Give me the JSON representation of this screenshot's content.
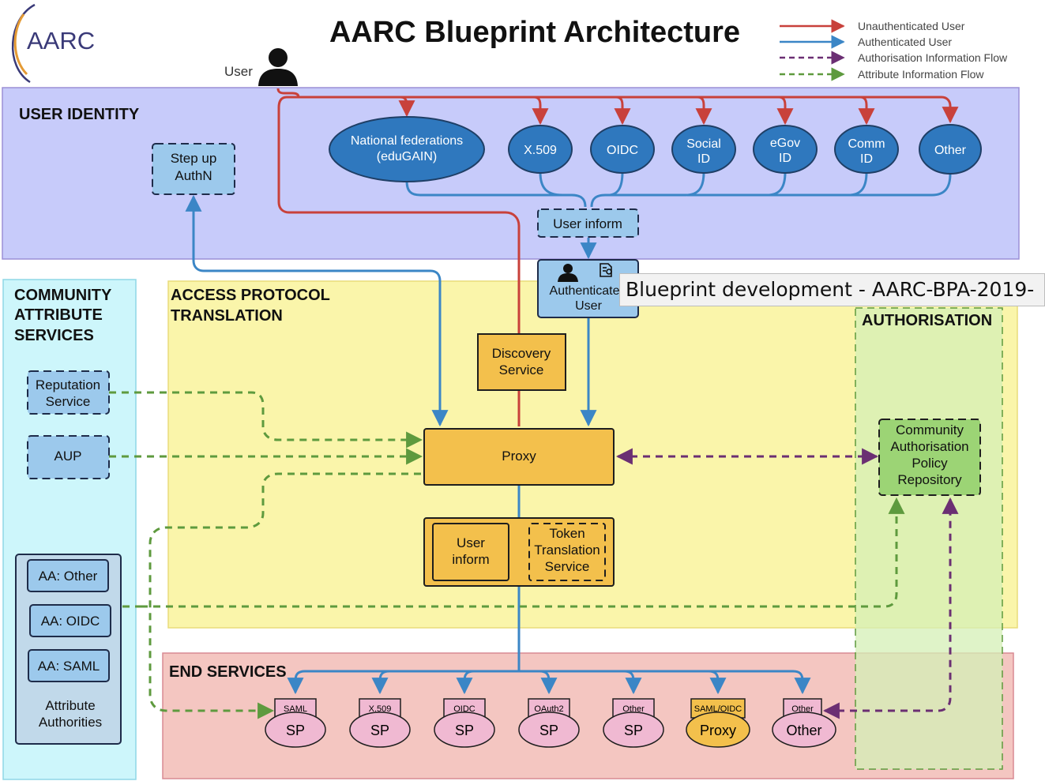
{
  "title": "AARC Blueprint Architecture",
  "logo": {
    "text": "AARC"
  },
  "colors": {
    "unauth": "#c8413b",
    "auth": "#3b86c6",
    "authz": "#6b2f73",
    "attr": "#5e9a3e",
    "user_identity_bg": "#c7cbfa",
    "access_bg": "#faf5aa",
    "community_bg": "#cdf6fb",
    "authorisation_bg": "#d4efb5",
    "end_services_bg": "#f4c6c1"
  },
  "legend": {
    "unauth": "Unauthenticated User",
    "auth": "Authenticated User",
    "authz": "Authorisation Information Flow",
    "attr": "Attribute Information Flow"
  },
  "user_label": "User",
  "sections": {
    "user_identity": "USER IDENTITY",
    "community": [
      "COMMUNITY",
      "ATTRIBUTE",
      "SERVICES"
    ],
    "access": [
      "ACCESS PROTOCOL",
      "TRANSLATION"
    ],
    "authorisation": "AUTHORISATION",
    "end_services": "END SERVICES"
  },
  "idps": {
    "national": [
      "National federations",
      "(eduGAIN)"
    ],
    "x509": [
      "X.509"
    ],
    "oidc": [
      "OIDC"
    ],
    "social": [
      "Social",
      "ID"
    ],
    "egov": [
      "eGov",
      "ID"
    ],
    "comm": [
      "Comm",
      "ID"
    ],
    "other": [
      "Other"
    ]
  },
  "boxes": {
    "step_up": [
      "Step up",
      "AuthN"
    ],
    "user_inform_top": "User inform",
    "authenticate": [
      "Authenticate",
      "User"
    ],
    "discovery": [
      "Discovery",
      "Service"
    ],
    "proxy": "Proxy",
    "user_inform_mid": [
      "User",
      "inform"
    ],
    "token": [
      "Token",
      "Translation",
      "Service"
    ],
    "reputation": [
      "Reputation",
      "Service"
    ],
    "aup": "AUP",
    "aa_other": "AA: Other",
    "aa_oidc": "AA: OIDC",
    "aa_saml": "AA: SAML",
    "attr_auth": [
      "Attribute",
      "Authorities"
    ],
    "community_policy": [
      "Community",
      "Authorisation",
      "Policy",
      "Repository"
    ]
  },
  "end_services": [
    {
      "tag": "SAML",
      "label": "SP"
    },
    {
      "tag": "X.509",
      "label": "SP"
    },
    {
      "tag": "OIDC",
      "label": "SP"
    },
    {
      "tag": "OAuth2",
      "label": "SP"
    },
    {
      "tag": "Other",
      "label": "SP"
    },
    {
      "tag": "SAML/OIDC",
      "label": "Proxy"
    },
    {
      "tag": "Other",
      "label": "Other"
    }
  ],
  "tooltip": "Blueprint development - AARC-BPA-2019-"
}
